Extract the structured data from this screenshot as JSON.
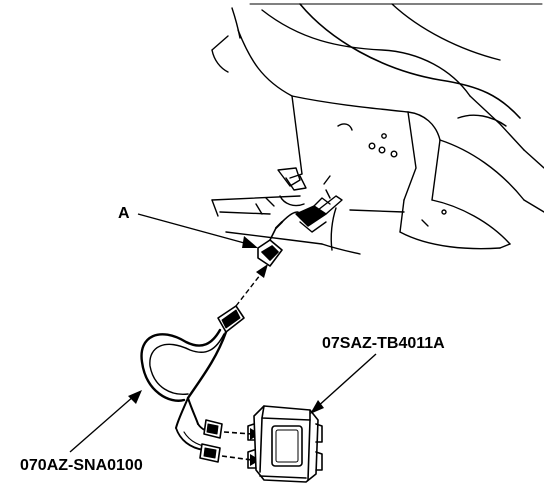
{
  "diagram": {
    "labels": {
      "connector": "A",
      "adapter_harness": "070AZ-SNA0100",
      "tester_box": "07SAZ-TB4011A"
    },
    "colors": {
      "ink": "#000000",
      "paper": "#ffffff"
    }
  }
}
